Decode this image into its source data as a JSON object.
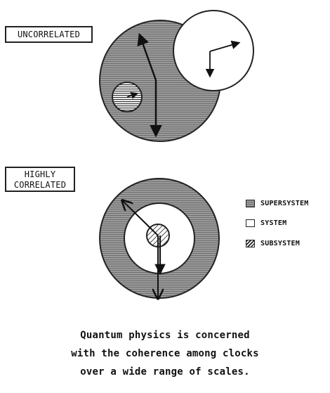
{
  "panels": {
    "uncorrelated": {
      "label": "UNCORRELATED"
    },
    "highly_correlated": {
      "label_line1": "HIGHLY",
      "label_line2": "CORRELATED"
    }
  },
  "legend": {
    "items": [
      {
        "label": "SUPERSYSTEM",
        "pattern": "horizontal-gray-stripes"
      },
      {
        "label": "SYSTEM",
        "pattern": "white"
      },
      {
        "label": "SUBSYSTEM",
        "pattern": "diagonal-hatch"
      }
    ]
  },
  "caption": {
    "line1": "Quantum physics is concerned",
    "line2": "with the coherence among clocks",
    "line3": "over a wide range of scales."
  },
  "colors": {
    "supersystem_fill": "#8a8a8a",
    "stroke": "#111111"
  }
}
